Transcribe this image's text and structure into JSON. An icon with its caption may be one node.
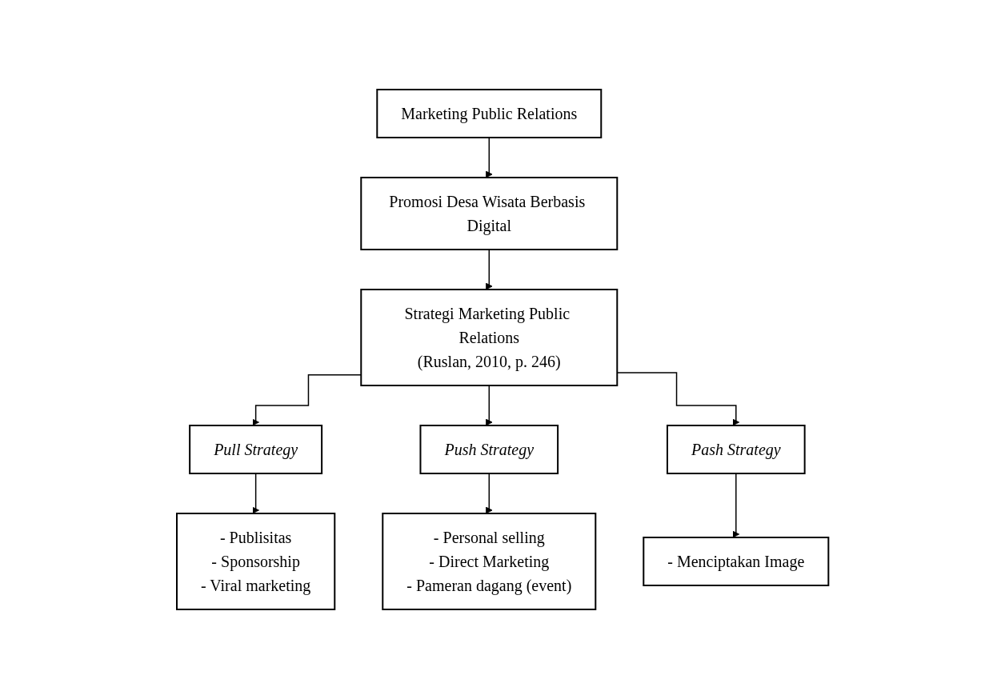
{
  "diagram": {
    "nodes": [
      {
        "text": [
          "Marketing Public Relations"
        ]
      },
      {
        "text": [
          "Promosi Desa Wisata Berbasis Digital"
        ]
      },
      {
        "text": [
          "Strategi Marketing Public Relations",
          "(Ruslan, 2010, p. 246)"
        ]
      },
      {
        "text": [
          "Pull Strategy"
        ]
      },
      {
        "text": [
          "Push Strategy"
        ]
      },
      {
        "text": [
          "Pash Strategy"
        ]
      },
      {
        "text": [
          "- Publisitas",
          "- Sponsorship",
          "- Viral marketing"
        ]
      },
      {
        "text": [
          "- Personal selling",
          "- Direct Marketing",
          "- Pameran dagang (event)"
        ]
      },
      {
        "text": [
          "- Menciptakan Image"
        ]
      }
    ],
    "edges": [
      {
        "from": 0,
        "to": 1,
        "arrow": "to"
      },
      {
        "from": 1,
        "to": 2,
        "arrow": "to"
      },
      {
        "from": 2,
        "to": 3,
        "arrow": "to"
      },
      {
        "from": 2,
        "to": 4,
        "arrow": "to"
      },
      {
        "from": 2,
        "to": 5,
        "arrow": "to"
      },
      {
        "from": 3,
        "to": 6,
        "arrow": "to"
      },
      {
        "from": 4,
        "to": 7,
        "arrow": "to"
      },
      {
        "from": 5,
        "to": 8,
        "arrow": "to"
      }
    ]
  }
}
